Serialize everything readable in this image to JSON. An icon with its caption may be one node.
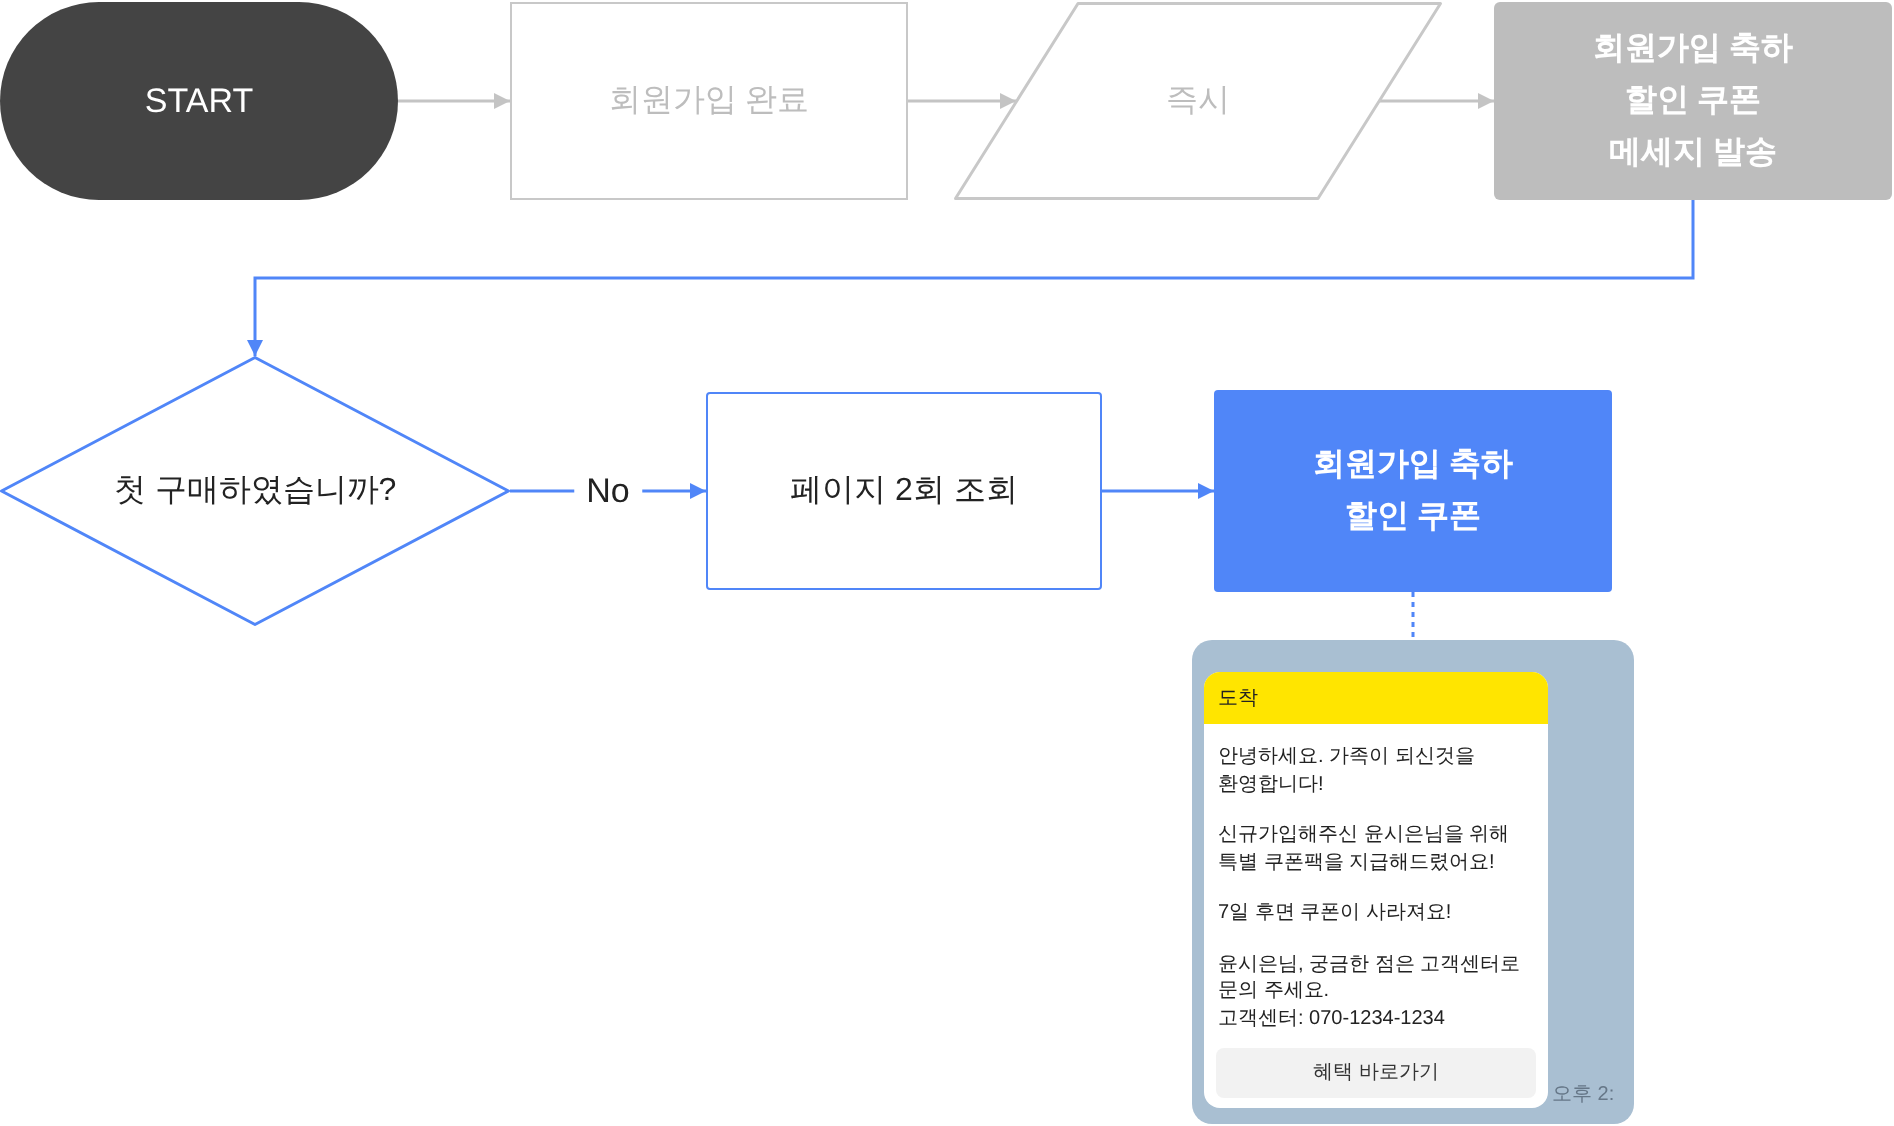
{
  "diagram": {
    "nodes": [
      {
        "text": [
          "START"
        ]
      },
      {
        "text": [
          "회원가입 완료"
        ]
      },
      {
        "text": [
          "즉시"
        ]
      },
      {
        "text": [
          "회원가입 축하 할인 쿠폰 메세지 발송"
        ]
      },
      {
        "text": [
          "첫 구매하였습니까?"
        ]
      },
      {
        "text": [
          "페이지 2회 조회"
        ]
      },
      {
        "text": [
          "회원가입 축하 할인 쿠폰"
        ]
      },
      {
        "text": [],
        "shape": "box"
      },
      {
        "text": [
          "도착",
          "안녕하세요. 가족이 되신것을 환영합니다!",
          "신규가입해주신 윤시은님을 위해 특별 쿠폰팩을 지급해드렸어요!",
          "7일 후면 쿠폰이 사라져요!",
          "윤시은님, 궁금한 점은 고객센터로 문의 주세요.",
          "고객센터: 070-1234-1234"
        ],
        "in": 7,
        "beside": [
          "오후 2:"
        ]
      },
      {
        "text": [
          "혜택 바로가기"
        ],
        "in": 8
      }
    ],
    "edges": [
      {
        "from": 0,
        "to": 1,
        "arrow": "to",
        "color": "#c4c4c4"
      },
      {
        "from": 1,
        "to": 2,
        "arrow": "to",
        "color": "#c4c4c4"
      },
      {
        "from": 2,
        "to": 3,
        "arrow": "to",
        "color": "#c4c4c4"
      },
      {
        "from": 3,
        "to": 4,
        "arrow": "to"
      },
      {
        "from": 4,
        "to": 5,
        "arrow": "to",
        "label": "No"
      },
      {
        "from": 5,
        "to": 6,
        "arrow": "to"
      },
      {
        "from": 6,
        "to": 7,
        "arrow": "none",
        "style": "dashed"
      }
    ]
  }
}
